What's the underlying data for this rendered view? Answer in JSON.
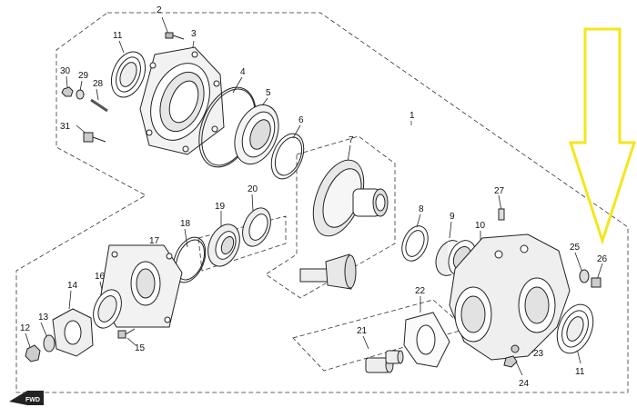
{
  "diagram": {
    "forward_marker_text": "FWD",
    "highlight_color": "#f5e61a",
    "line_color": "#222222",
    "callouts": [
      {
        "id": "c1",
        "label": "1"
      },
      {
        "id": "c2",
        "label": "2"
      },
      {
        "id": "c3",
        "label": "3"
      },
      {
        "id": "c4",
        "label": "4"
      },
      {
        "id": "c5",
        "label": "5"
      },
      {
        "id": "c6",
        "label": "6"
      },
      {
        "id": "c7",
        "label": "7"
      },
      {
        "id": "c8",
        "label": "8"
      },
      {
        "id": "c9",
        "label": "9"
      },
      {
        "id": "c10",
        "label": "10"
      },
      {
        "id": "c11a",
        "label": "11"
      },
      {
        "id": "c11b",
        "label": "11"
      },
      {
        "id": "c12",
        "label": "12"
      },
      {
        "id": "c13",
        "label": "13"
      },
      {
        "id": "c14",
        "label": "14"
      },
      {
        "id": "c15",
        "label": "15"
      },
      {
        "id": "c16",
        "label": "16"
      },
      {
        "id": "c17",
        "label": "17"
      },
      {
        "id": "c18",
        "label": "18"
      },
      {
        "id": "c19",
        "label": "19"
      },
      {
        "id": "c20",
        "label": "20"
      },
      {
        "id": "c21",
        "label": "21"
      },
      {
        "id": "c22",
        "label": "22"
      },
      {
        "id": "c23",
        "label": "23"
      },
      {
        "id": "c24",
        "label": "24"
      },
      {
        "id": "c25",
        "label": "25"
      },
      {
        "id": "c26",
        "label": "26"
      },
      {
        "id": "c27",
        "label": "27"
      },
      {
        "id": "c28",
        "label": "28"
      },
      {
        "id": "c29",
        "label": "29"
      },
      {
        "id": "c30",
        "label": "30"
      },
      {
        "id": "c31",
        "label": "31"
      }
    ]
  }
}
